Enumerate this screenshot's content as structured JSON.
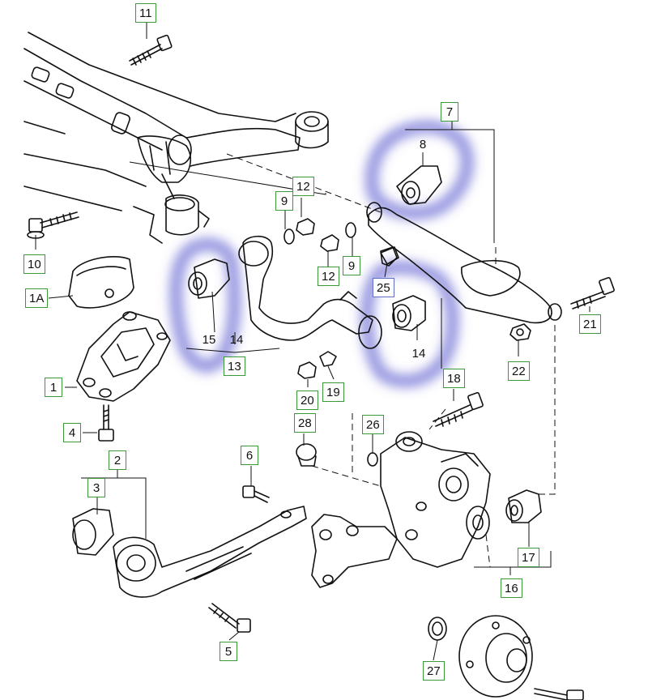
{
  "colors": {
    "line": "#111111",
    "label_border": "#3a9a3a",
    "label_border_alt": "#5d6fc7",
    "highlight": "#6f6fd6",
    "background": "#ffffff"
  },
  "labels": {
    "l1": "1",
    "l1a": "1A",
    "l2": "2",
    "l3": "3",
    "l4": "4",
    "l5": "5",
    "l6": "6",
    "l7": "7",
    "l9a": "9",
    "l9b": "9",
    "l10": "10",
    "l11": "11",
    "l12a": "12",
    "l12b": "12",
    "l13": "13",
    "l16": "16",
    "l17": "17",
    "l18": "18",
    "l19": "19",
    "l20": "20",
    "l21": "21",
    "l22": "22",
    "l25": "25",
    "l26": "26",
    "l27": "27",
    "l28": "28"
  },
  "plain_numbers": {
    "n8": "8",
    "n14a": "14",
    "n14b": "14",
    "n15": "15"
  }
}
